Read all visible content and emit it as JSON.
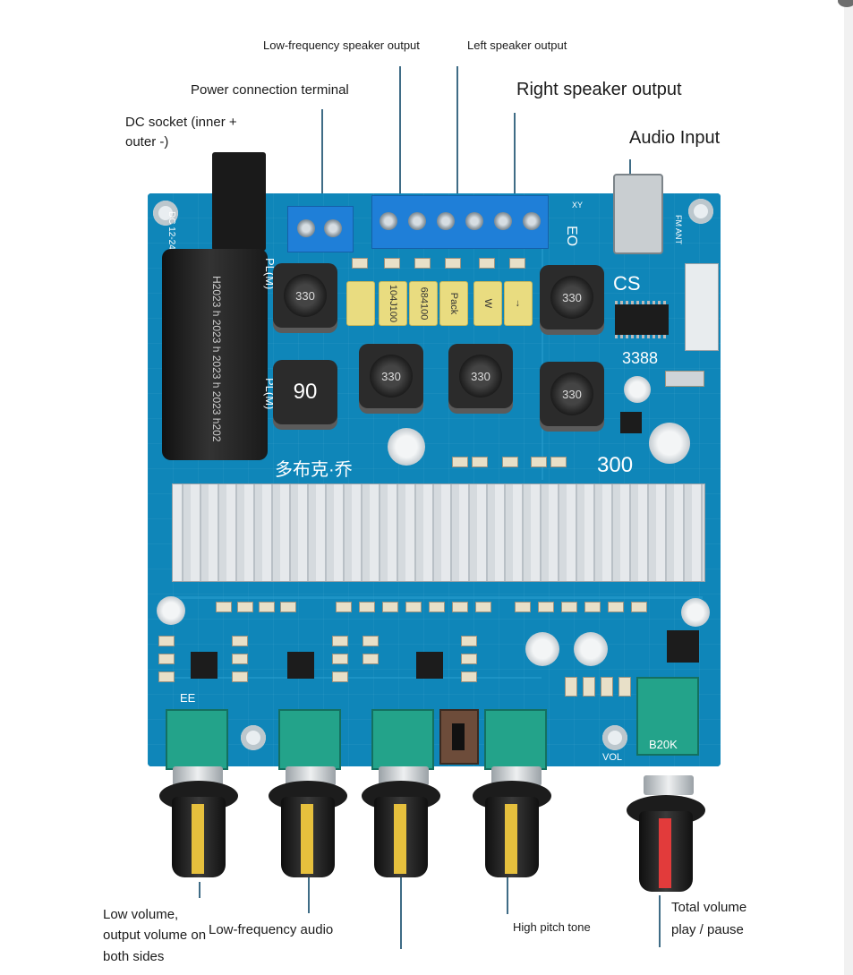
{
  "labels": {
    "low_freq_speaker_output": "Low-frequency speaker output",
    "left_speaker_output": "Left speaker output",
    "right_speaker_output": "Right speaker output",
    "power_connection_terminal": "Power connection terminal",
    "dc_socket": "DC socket (inner + outer -)",
    "audio_input": "Audio Input",
    "low_volume": "Low volume, output volume on both sides",
    "low_frequency_audio": "Low-frequency audio",
    "high_pitch_tone": "High pitch tone",
    "total_volume": "Total volume play / pause"
  },
  "board_markings": {
    "cs": "CS",
    "chip_number": "3388",
    "inductor_code": "90",
    "brand": "多布克·乔",
    "number_300": "300",
    "ee": "EE",
    "pot_value": "B20K",
    "vol": "VOL",
    "eo": "EO",
    "xy": "XY",
    "fm_ant": "FM ANT",
    "dc_voltage": "DC 12-24V",
    "inductor_value": "330",
    "cap_print": "H2023 h 2023 h 2023 h 2023 h202",
    "pl_m_1": "PL(M)",
    "pl_m_2": "PL(M)",
    "film_caps": [
      "",
      "104J100",
      "684100",
      "Pack",
      "W",
      "→"
    ]
  }
}
